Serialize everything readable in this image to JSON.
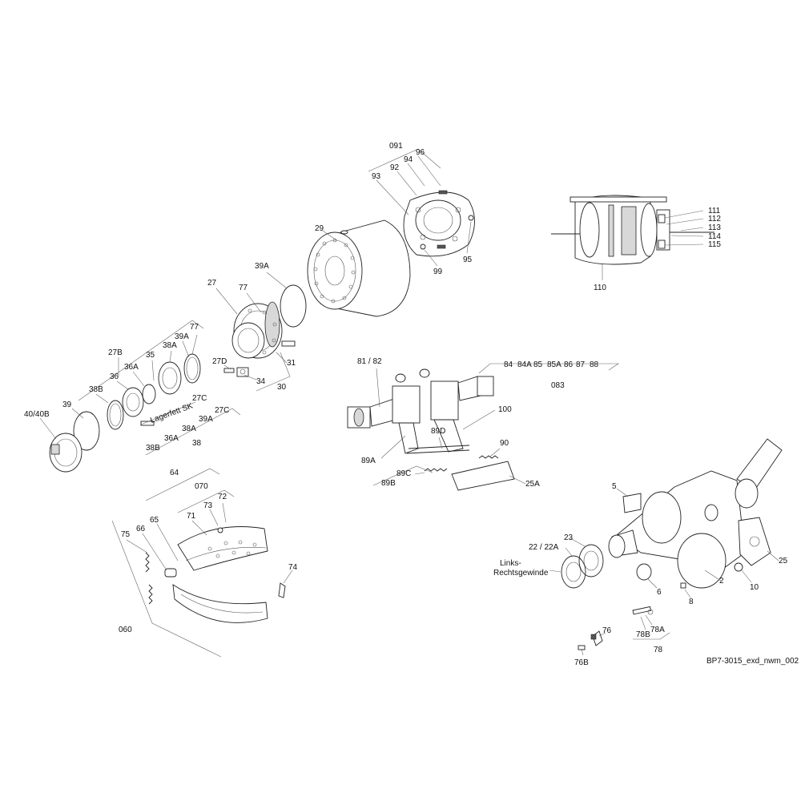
{
  "drawing_id": "BP7-3015_exd_nwm_002",
  "labels": {
    "l_091": "091",
    "l_96": "96",
    "l_94": "94",
    "l_92": "92",
    "l_93": "93",
    "l_95": "95",
    "l_99": "99",
    "l_29": "29",
    "l_39A_top": "39A",
    "l_27": "27",
    "l_77_top": "77",
    "l_77": "77",
    "l_39A_mid": "39A",
    "l_38A_top": "38A",
    "l_27B": "27B",
    "l_35": "35",
    "l_36A_top": "36A",
    "l_36": "36",
    "l_38B_top": "38B",
    "l_27D": "27D",
    "l_31": "31",
    "l_34": "34",
    "l_30": "30",
    "l_39": "39",
    "l_40": "40/40B",
    "l_lagerfett": "Lagerfett SK",
    "l_27C_a": "27C",
    "l_27C_b": "27C",
    "l_39A_low": "39A",
    "l_38A_low": "38A",
    "l_36A_low": "36A",
    "l_38B_low": "38B",
    "l_38": "38",
    "l_64": "64",
    "l_070": "070",
    "l_73": "73",
    "l_72": "72",
    "l_71": "71",
    "l_65": "65",
    "l_66": "66",
    "l_75": "75",
    "l_74": "74",
    "l_060": "060",
    "l_111": "111",
    "l_112": "112",
    "l_113": "113",
    "l_114": "114",
    "l_115": "115",
    "l_110": "110",
    "l_8182": "81 / 82",
    "l_84": "84",
    "l_84A": "84A",
    "l_85": "85",
    "l_85A": "85A",
    "l_86": "86",
    "l_87": "87",
    "l_88": "88",
    "l_083": "083",
    "l_100": "100",
    "l_89D": "89D",
    "l_90": "90",
    "l_89A": "89A",
    "l_89C": "89C",
    "l_89B": "89B",
    "l_25A": "25A",
    "l_5": "5",
    "l_25": "25",
    "l_23": "23",
    "l_2222A": "22 / 22A",
    "l_links": "Links-",
    "l_rechts": "Rechtsgewinde",
    "l_2": "2",
    "l_10": "10",
    "l_6": "6",
    "l_8": "8",
    "l_76": "76",
    "l_78A": "78A",
    "l_78B": "78B",
    "l_78": "78",
    "l_76B": "76B"
  }
}
